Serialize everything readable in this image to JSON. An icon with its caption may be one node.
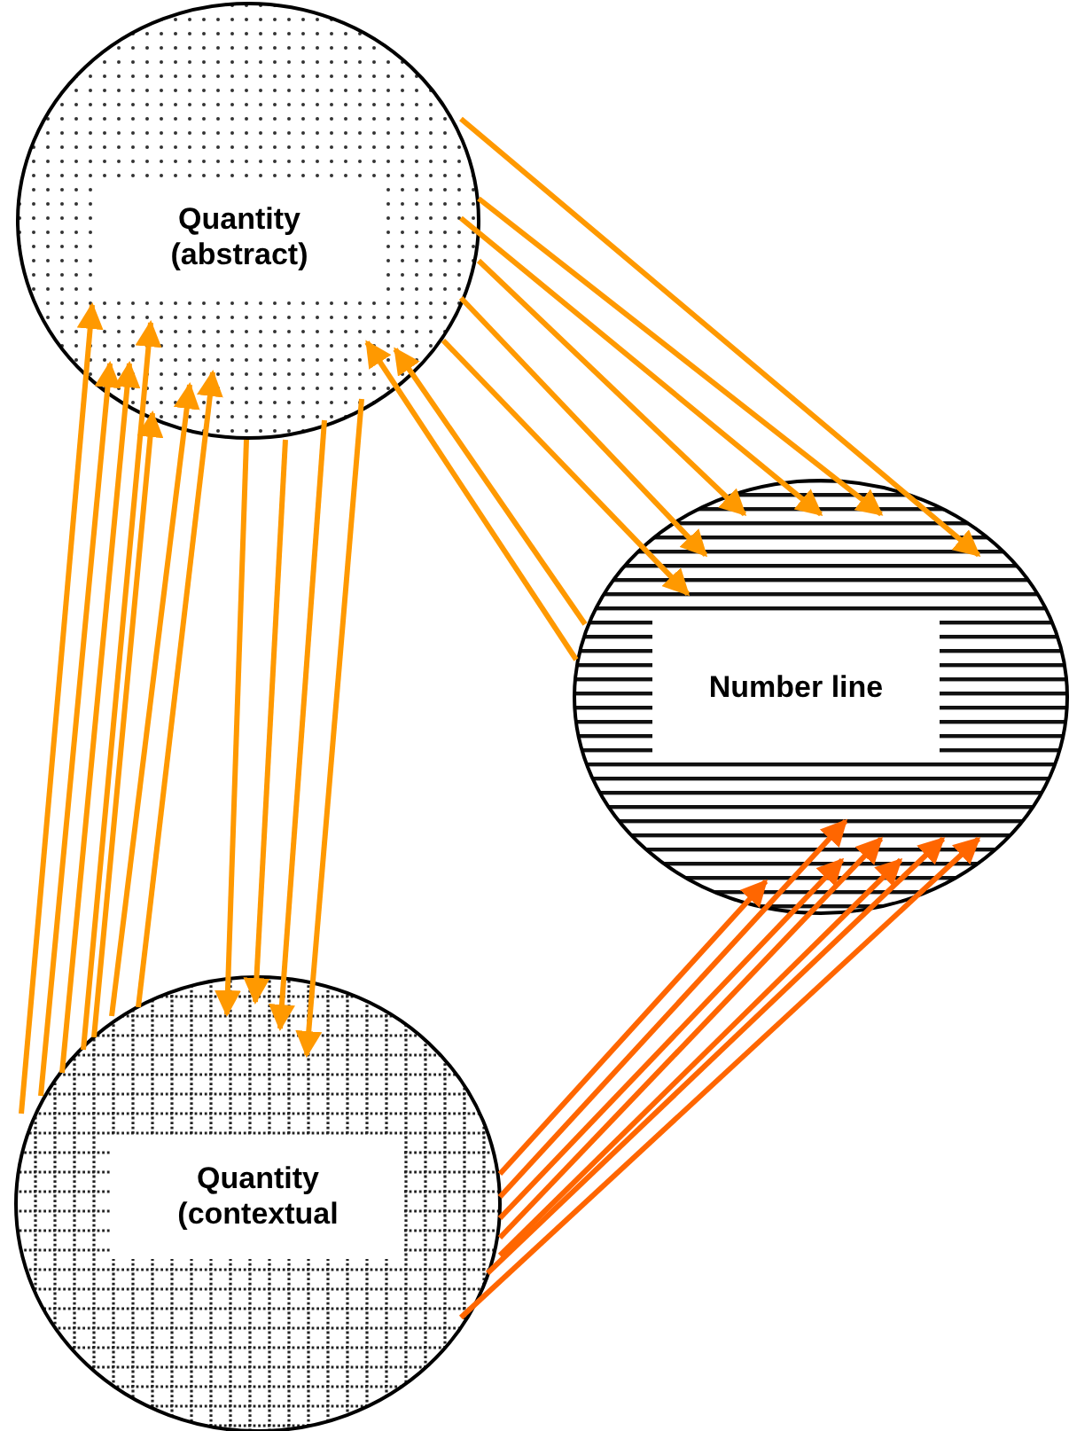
{
  "diagram": {
    "nodes": [
      {
        "text": [
          "Quantity (abstract)"
        ]
      },
      {
        "text": [
          "Number line"
        ]
      },
      {
        "text": [
          "Quantity (contextual"
        ]
      }
    ],
    "edges": [
      {
        "from": 2,
        "to": 0,
        "arrow": "to"
      },
      {
        "from": 2,
        "to": 0,
        "arrow": "to"
      },
      {
        "from": 2,
        "to": 0,
        "arrow": "to"
      },
      {
        "from": 2,
        "to": 0,
        "arrow": "to"
      },
      {
        "from": 2,
        "to": 0,
        "arrow": "to"
      },
      {
        "from": 2,
        "to": 0,
        "arrow": "to"
      },
      {
        "from": 2,
        "to": 0,
        "arrow": "to"
      },
      {
        "from": 0,
        "to": 2,
        "arrow": "to"
      },
      {
        "from": 0,
        "to": 2,
        "arrow": "to"
      },
      {
        "from": 0,
        "to": 2,
        "arrow": "to"
      },
      {
        "from": 0,
        "to": 2,
        "arrow": "to"
      },
      {
        "from": 0,
        "to": 1,
        "arrow": "to"
      },
      {
        "from": 0,
        "to": 1,
        "arrow": "to"
      },
      {
        "from": 0,
        "to": 1,
        "arrow": "to"
      },
      {
        "from": 0,
        "to": 1,
        "arrow": "to"
      },
      {
        "from": 0,
        "to": 1,
        "arrow": "to"
      },
      {
        "from": 0,
        "to": 1,
        "arrow": "to"
      },
      {
        "from": 1,
        "to": 0,
        "arrow": "to"
      },
      {
        "from": 1,
        "to": 0,
        "arrow": "to"
      },
      {
        "from": 2,
        "to": 1,
        "arrow": "to",
        "color": "#ff6600"
      },
      {
        "from": 2,
        "to": 1,
        "arrow": "to",
        "color": "#ff6600"
      },
      {
        "from": 2,
        "to": 1,
        "arrow": "to",
        "color": "#ff6600"
      },
      {
        "from": 2,
        "to": 1,
        "arrow": "to",
        "color": "#ff6600"
      },
      {
        "from": 2,
        "to": 1,
        "arrow": "to",
        "color": "#ff6600"
      },
      {
        "from": 2,
        "to": 1,
        "arrow": "to",
        "color": "#ff6600"
      },
      {
        "from": 2,
        "to": 1,
        "arrow": "to",
        "color": "#ff6600"
      }
    ]
  }
}
